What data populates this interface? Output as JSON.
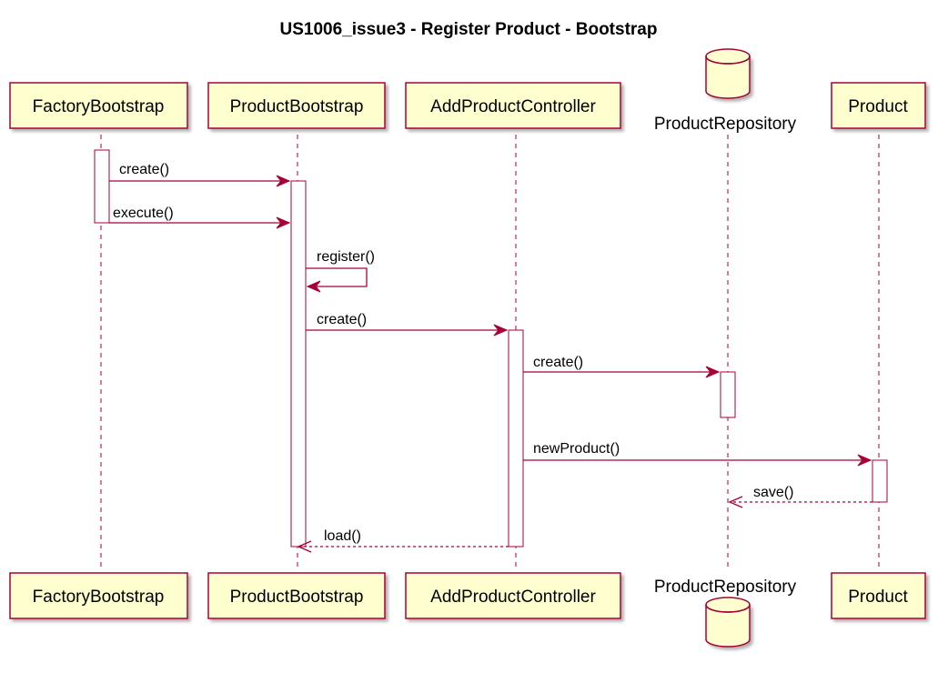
{
  "title": "US1006_issue3 - Register Product - Bootstrap",
  "participants": [
    {
      "id": "factory",
      "name": "FactoryBootstrap",
      "kind": "participant"
    },
    {
      "id": "productbs",
      "name": "ProductBootstrap",
      "kind": "participant"
    },
    {
      "id": "controller",
      "name": "AddProductController",
      "kind": "participant"
    },
    {
      "id": "repo",
      "name": "ProductRepository",
      "kind": "database"
    },
    {
      "id": "product",
      "name": "Product",
      "kind": "participant"
    }
  ],
  "messages": [
    {
      "from": "factory",
      "to": "productbs",
      "label": "create()",
      "style": "sync"
    },
    {
      "from": "factory",
      "to": "productbs",
      "label": "execute()",
      "style": "sync"
    },
    {
      "from": "productbs",
      "to": "productbs",
      "label": "register()",
      "style": "self"
    },
    {
      "from": "productbs",
      "to": "controller",
      "label": "create()",
      "style": "sync"
    },
    {
      "from": "controller",
      "to": "repo",
      "label": "create()",
      "style": "sync"
    },
    {
      "from": "controller",
      "to": "product",
      "label": "newProduct()",
      "style": "sync"
    },
    {
      "from": "product",
      "to": "repo",
      "label": "save()",
      "style": "return"
    },
    {
      "from": "controller",
      "to": "productbs",
      "label": "load()",
      "style": "return"
    }
  ],
  "colors": {
    "participant_fill": "#FEFECE",
    "border": "#A80036",
    "arrow": "#A80036",
    "text": "#000000"
  }
}
